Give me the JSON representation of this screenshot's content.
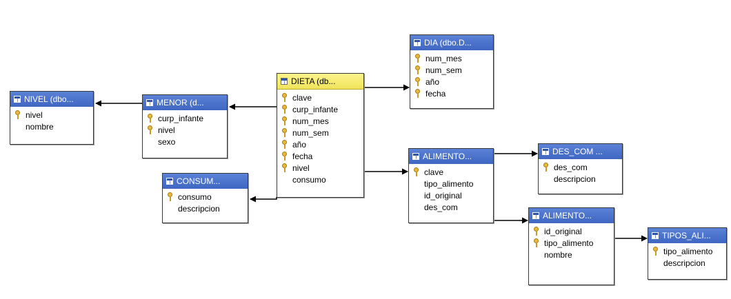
{
  "tables": [
    {
      "id": "nivel",
      "title": "NIVEL (dbo...",
      "selected": false,
      "columns": [
        {
          "name": "nivel",
          "key": true
        },
        {
          "name": "nombre",
          "key": false
        }
      ]
    },
    {
      "id": "menor",
      "title": "MENOR (d...",
      "selected": false,
      "columns": [
        {
          "name": "curp_infante",
          "key": true
        },
        {
          "name": "nivel",
          "key": true
        },
        {
          "name": "sexo",
          "key": false
        }
      ]
    },
    {
      "id": "dieta",
      "title": "DIETA (db...",
      "selected": true,
      "columns": [
        {
          "name": "clave",
          "key": true
        },
        {
          "name": "curp_infante",
          "key": true
        },
        {
          "name": "num_mes",
          "key": true
        },
        {
          "name": "num_sem",
          "key": true
        },
        {
          "name": "año",
          "key": true
        },
        {
          "name": "fecha",
          "key": true
        },
        {
          "name": "nivel",
          "key": true
        },
        {
          "name": "consumo",
          "key": false
        }
      ]
    },
    {
      "id": "dia",
      "title": "DIA (dbo.D...",
      "selected": false,
      "columns": [
        {
          "name": "num_mes",
          "key": true
        },
        {
          "name": "num_sem",
          "key": true
        },
        {
          "name": "año",
          "key": true
        },
        {
          "name": "fecha",
          "key": true
        }
      ]
    },
    {
      "id": "consum",
      "title": "CONSUM...",
      "selected": false,
      "columns": [
        {
          "name": "consumo",
          "key": true
        },
        {
          "name": "descripcion",
          "key": false
        }
      ]
    },
    {
      "id": "alimento1",
      "title": "ALIMENTO...",
      "selected": false,
      "columns": [
        {
          "name": "clave",
          "key": true
        },
        {
          "name": "tipo_alimento",
          "key": false
        },
        {
          "name": "id_original",
          "key": false
        },
        {
          "name": "des_com",
          "key": false
        }
      ]
    },
    {
      "id": "descom",
      "title": "DES_COM ...",
      "selected": false,
      "columns": [
        {
          "name": "des_com",
          "key": true
        },
        {
          "name": "descripcion",
          "key": false
        }
      ]
    },
    {
      "id": "alimento2",
      "title": "ALIMENTO...",
      "selected": false,
      "columns": [
        {
          "name": "id_original",
          "key": true
        },
        {
          "name": "tipo_alimento",
          "key": true
        },
        {
          "name": "nombre",
          "key": false
        }
      ]
    },
    {
      "id": "tipos",
      "title": "TIPOS_ALI...",
      "selected": false,
      "columns": [
        {
          "name": "tipo_alimento",
          "key": true
        },
        {
          "name": "descripcion",
          "key": false
        }
      ]
    }
  ],
  "relationships": [
    {
      "from": "dieta",
      "to": "dia"
    },
    {
      "from": "dieta",
      "to": "menor"
    },
    {
      "from": "menor",
      "to": "nivel"
    },
    {
      "from": "dieta",
      "to": "consum"
    },
    {
      "from": "dieta",
      "to": "alimento1"
    },
    {
      "from": "alimento1",
      "to": "descom"
    },
    {
      "from": "alimento1",
      "to": "alimento2"
    },
    {
      "from": "alimento2",
      "to": "tipos"
    }
  ],
  "colors": {
    "header": "#4a6fcb",
    "selected_header": "#f6ee74",
    "line": "#000000",
    "key": "#e8b93a"
  },
  "icons": {
    "table": "table-icon",
    "key": "key-icon"
  }
}
